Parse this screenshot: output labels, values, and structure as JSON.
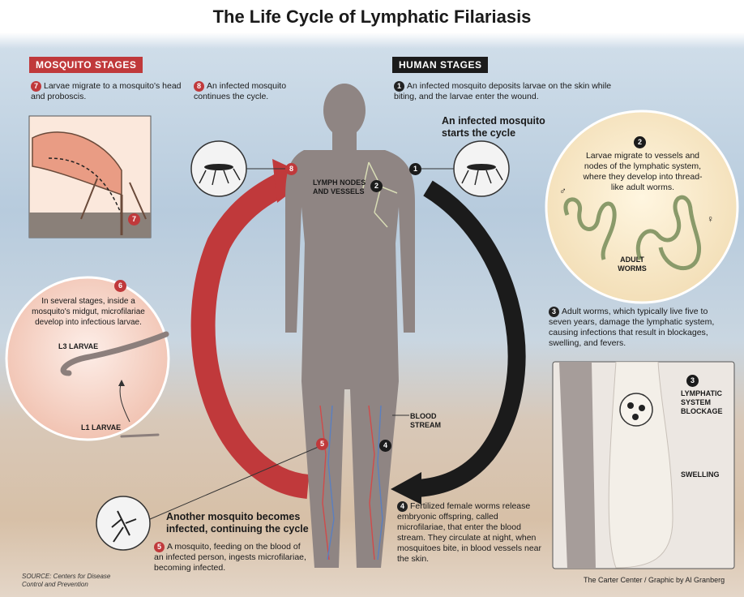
{
  "title": "The Life Cycle of Lymphatic Filariasis",
  "mosquito_header": "MOSQUITO STAGES",
  "human_header": "HUMAN STAGES",
  "steps": {
    "s1": {
      "num": "1",
      "text": "An infected mosquito deposits larvae on the skin while biting, and the larvae enter the wound."
    },
    "s2": {
      "num": "2",
      "text": "Larvae migrate to vessels and nodes of the lymphatic system, where they develop into thread-like adult worms."
    },
    "s3": {
      "num": "3",
      "text": "Adult worms, which typically live five to seven years, damage the lymphatic system, causing infections that result in blockages, swelling, and fevers."
    },
    "s4": {
      "num": "4",
      "text": "Fertilized female worms release embryonic offspring, called microfilariae, that enter the blood stream. They circulate at night, when mosquitoes bite, in blood vessels near the skin."
    },
    "s5": {
      "num": "5",
      "text": "A mosquito, feeding on the blood of an infected person, ingests microfilariae, becoming infected."
    },
    "s6": {
      "num": "6",
      "text": "In several stages, inside a mosquito's midgut, microfilariae develop into infectious larvae."
    },
    "s7": {
      "num": "7",
      "text": "Larvae migrate to a mosquito's head and proboscis."
    },
    "s8": {
      "num": "8",
      "text": "An infected mosquito continues the cycle."
    }
  },
  "callouts": {
    "start_cycle": "An infected mosquito starts the cycle",
    "another_mosquito": "Another mosquito becomes infected, continuing the cycle"
  },
  "labels": {
    "lymph": "LYMPH NODES AND VESSELS",
    "adult_worms": "ADULT WORMS",
    "male_symbol": "♂",
    "female_symbol": "♀",
    "blood_stream": "BLOOD STREAM",
    "l3": "L3 LARVAE",
    "l1": "L1 LARVAE",
    "blockage": "LYMPHATIC SYSTEM BLOCKAGE",
    "swelling": "SWELLING"
  },
  "source": "SOURCE: Centers for Disease Control and Prevention",
  "credit": "The Carter Center / Graphic by Al Granberg",
  "colors": {
    "mosquito_red": "#c0393b",
    "human_black": "#1b1b1b",
    "body": "#8f8583",
    "worm": "#8a9a6a"
  }
}
